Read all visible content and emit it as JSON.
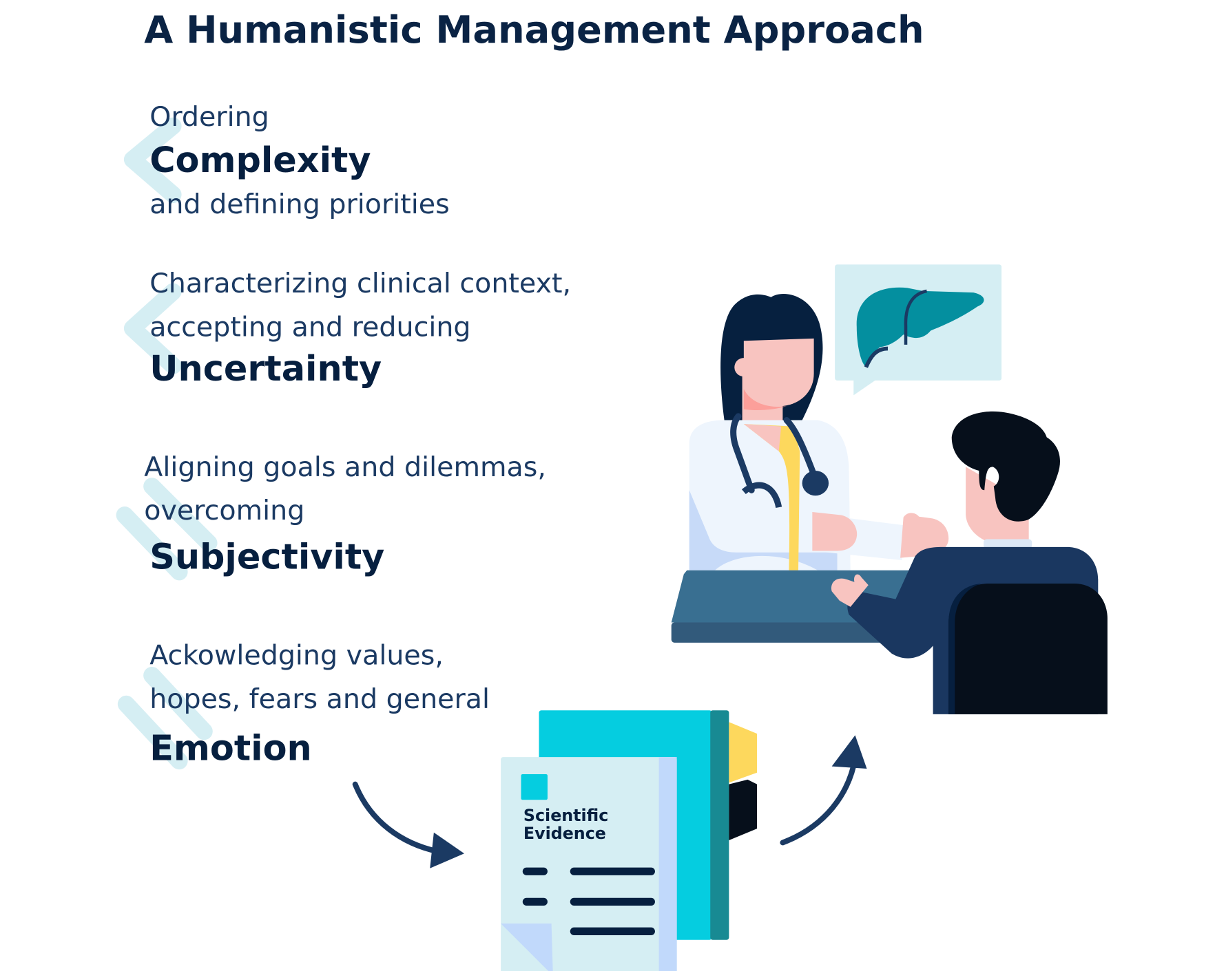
{
  "title": "A Humanistic Management Approach",
  "sections": [
    {
      "lines": [
        "Ordering"
      ],
      "keyword": "Complexity",
      "after": "and defining priorities"
    },
    {
      "lines": [
        "Characterizing clinical context,",
        "accepting and reducing"
      ],
      "keyword": "Uncertainty"
    },
    {
      "lines": [
        "Aligning goals and dilemmas,",
        "overcoming"
      ],
      "keyword": "Subjectivity"
    },
    {
      "lines": [
        "Ackowledging values,",
        "hopes, fears and general"
      ],
      "keyword": "Emotion"
    }
  ],
  "document": {
    "line1": "Scientific",
    "line2": "Evidence"
  },
  "colors": {
    "heading": "#0a2344",
    "text": "#1b3a63",
    "accent": "#05cde0",
    "liver": "#048f9f",
    "chevron": "#d5eef3"
  }
}
